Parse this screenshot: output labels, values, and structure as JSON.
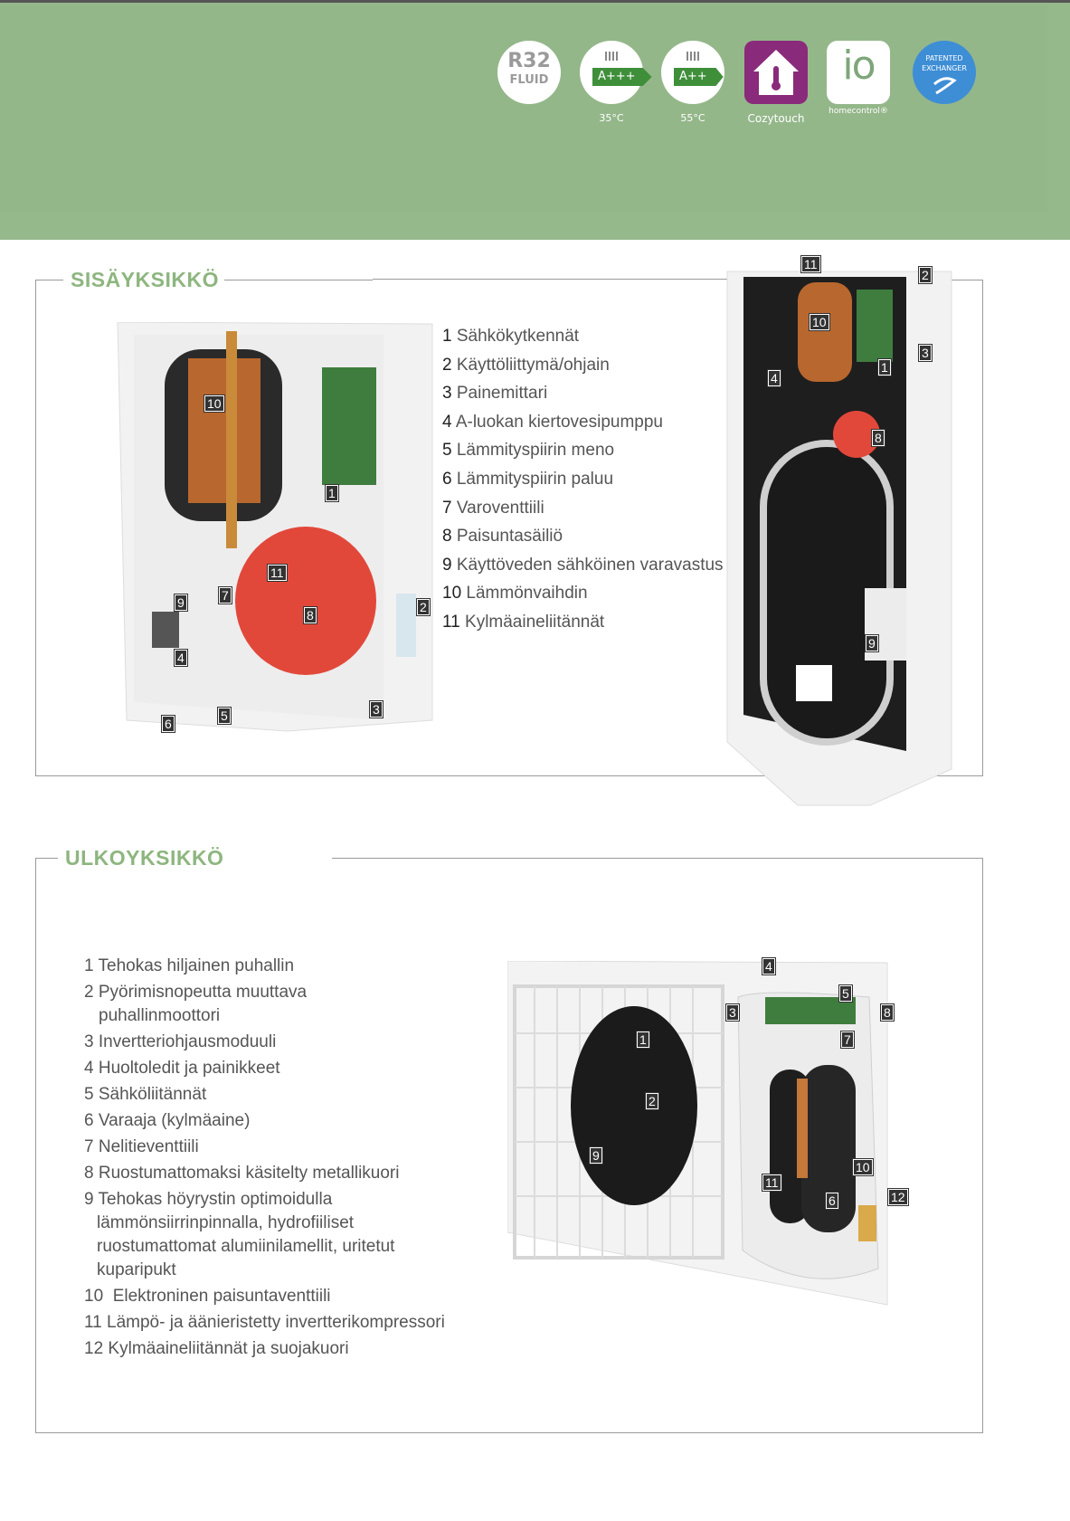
{
  "banner": {
    "badges": [
      {
        "name": "r32-fluid",
        "line1": "R32",
        "line2": "FLUID"
      },
      {
        "name": "energy-class-35",
        "class": "A+++",
        "caption": "35°C"
      },
      {
        "name": "energy-class-55",
        "class": "A++",
        "caption": "55°C"
      },
      {
        "name": "cozytouch",
        "caption": "Cozytouch"
      },
      {
        "name": "io-homecontrol",
        "logo": "io",
        "caption": "homecontrol®"
      },
      {
        "name": "patented-exchanger",
        "line1": "PATENTED",
        "line2": "EXCHANGER"
      }
    ]
  },
  "indoor": {
    "title": "SISÄYKSIKKÖ",
    "items": [
      {
        "n": "1",
        "t": "Sähkökytkennät"
      },
      {
        "n": "2",
        "t": "Käyttöliittymä/ohjain"
      },
      {
        "n": "3",
        "t": "Painemittari"
      },
      {
        "n": "4",
        "t": "A-luokan kiertovesipumppu"
      },
      {
        "n": "5",
        "t": "Lämmityspiirin meno"
      },
      {
        "n": "6",
        "t": "Lämmityspiirin paluu"
      },
      {
        "n": "7",
        "t": "Varoventtiili"
      },
      {
        "n": "8",
        "t": "Paisuntasäiliö"
      },
      {
        "n": "9",
        "t": "Käyttöveden sähköinen varavastus"
      },
      {
        "n": "10",
        "t": "Lämmönvaihdin"
      },
      {
        "n": "11",
        "t": "Kylmäaineliitännät"
      }
    ],
    "wall_unit_tags": [
      "10",
      "1",
      "11",
      "9",
      "7",
      "8",
      "2",
      "4",
      "6",
      "5",
      "3"
    ],
    "floor_unit_tags": [
      "11",
      "2",
      "10",
      "3",
      "1",
      "4",
      "8",
      "9"
    ]
  },
  "outdoor": {
    "title": "ULKOYKSIKKÖ",
    "items": [
      {
        "n": "1",
        "lines": [
          "Tehokas hiljainen puhallin"
        ]
      },
      {
        "n": "2",
        "lines": [
          "Pyörimisnopeutta muuttava",
          "puhallinmoottori"
        ]
      },
      {
        "n": "3",
        "lines": [
          "Invertteriohjausmoduuli"
        ]
      },
      {
        "n": "4",
        "lines": [
          "Huoltoledit ja painikkeet"
        ]
      },
      {
        "n": "5",
        "lines": [
          "Sähköliitännät"
        ]
      },
      {
        "n": "6",
        "lines": [
          "Varaaja (kylmäaine)"
        ]
      },
      {
        "n": "7",
        "lines": [
          "Nelitieventtiili"
        ]
      },
      {
        "n": "8",
        "lines": [
          "Ruostumattomaksi käsitelty metallikuori"
        ]
      },
      {
        "n": "9",
        "lines": [
          "Tehokas höyrystin optimoidulla",
          "lämmönsiirrinpinnalla, hydrofiiliset",
          "ruostumattomat alumiinilamellit, uritetut",
          "kuparipukt"
        ]
      },
      {
        "n": "10",
        "lines": [
          "Elektroninen paisuntaventtiili"
        ]
      },
      {
        "n": "11",
        "lines": [
          "Lämpö- ja äänieristetty invertterikompressori"
        ]
      },
      {
        "n": "12",
        "lines": [
          "Kylmäaineliitännät ja suojakuori"
        ]
      }
    ],
    "unit_tags": [
      "4",
      "5",
      "3",
      "8",
      "7",
      "1",
      "2",
      "9",
      "10",
      "11",
      "6",
      "12"
    ]
  },
  "colors": {
    "banner": "#96b98c",
    "title": "#8db67f",
    "cozytouch": "#8a2a7a",
    "patent": "#3e8ed6",
    "energy": "#3f8f3a"
  }
}
